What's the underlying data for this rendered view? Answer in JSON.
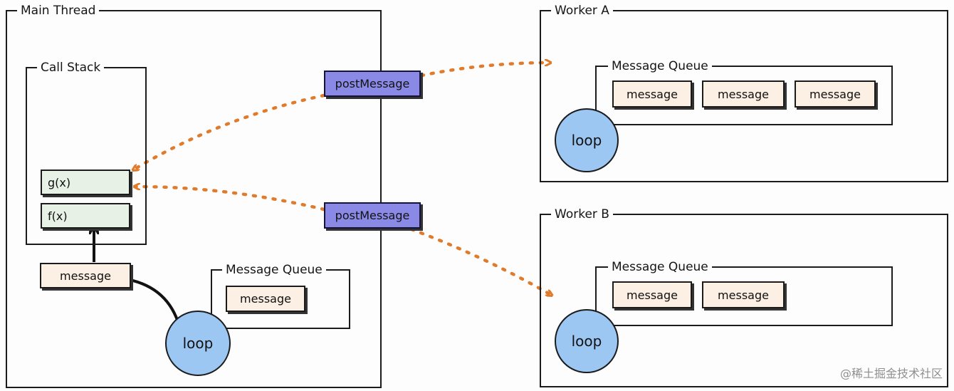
{
  "main_thread": {
    "title": "Main Thread",
    "call_stack": {
      "title": "Call Stack",
      "frames": [
        "g(x)",
        "f(x)"
      ]
    },
    "message": "message",
    "message_queue": {
      "title": "Message Queue",
      "items": [
        "message"
      ]
    },
    "loop": "loop"
  },
  "post_messages": [
    "postMessage",
    "postMessage"
  ],
  "worker_a": {
    "title": "Worker A",
    "message_queue": {
      "title": "Message Queue",
      "items": [
        "message",
        "message",
        "message"
      ]
    },
    "loop": "loop"
  },
  "worker_b": {
    "title": "Worker B",
    "message_queue": {
      "title": "Message Queue",
      "items": [
        "message",
        "message"
      ]
    },
    "loop": "loop"
  },
  "watermark": "@稀土掘金技术社区",
  "colors": {
    "arrow_dotted": "#e07b2c",
    "post_message_fill": "#8a8ae6",
    "message_fill": "#fcefe4",
    "frame_fill": "#e7f1e6",
    "loop_fill": "#9cc7f3"
  }
}
